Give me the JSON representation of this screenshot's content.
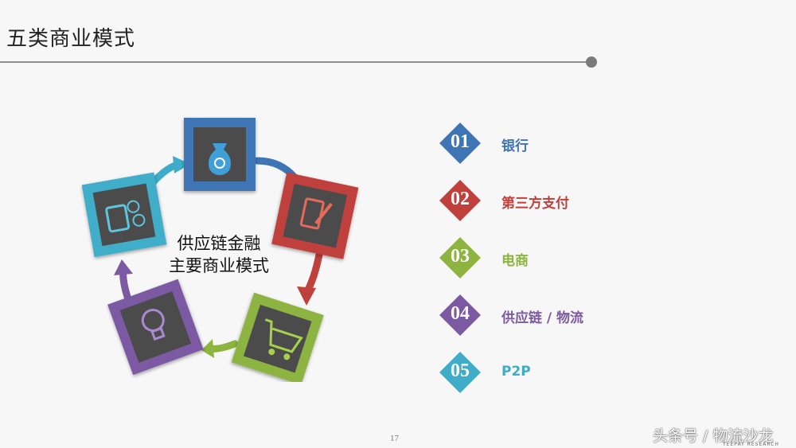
{
  "slide": {
    "title": "五类商业模式",
    "center_text_line1": "供应链金融",
    "center_text_line2": "主要商业模式",
    "page_number": "17"
  },
  "legend": [
    {
      "num": "01",
      "label": "银行",
      "color": "#3f74b5"
    },
    {
      "num": "02",
      "label": "第三方支付",
      "color": "#c0403c"
    },
    {
      "num": "03",
      "label": "电商",
      "color": "#8db43f"
    },
    {
      "num": "04",
      "label": "供应链 / 物流",
      "color": "#7c5aa3"
    },
    {
      "num": "05",
      "label": "P2P",
      "color": "#3fadc9"
    }
  ],
  "cycle_icons": [
    "money-bag-icon",
    "tablet-pen-icon",
    "shopping-cart-icon",
    "light-bulb-icon",
    "card-coins-icon"
  ],
  "watermark": {
    "text": "头条号 / 物流沙龙",
    "logo_sub": "TEEPAY RESEARCH"
  }
}
